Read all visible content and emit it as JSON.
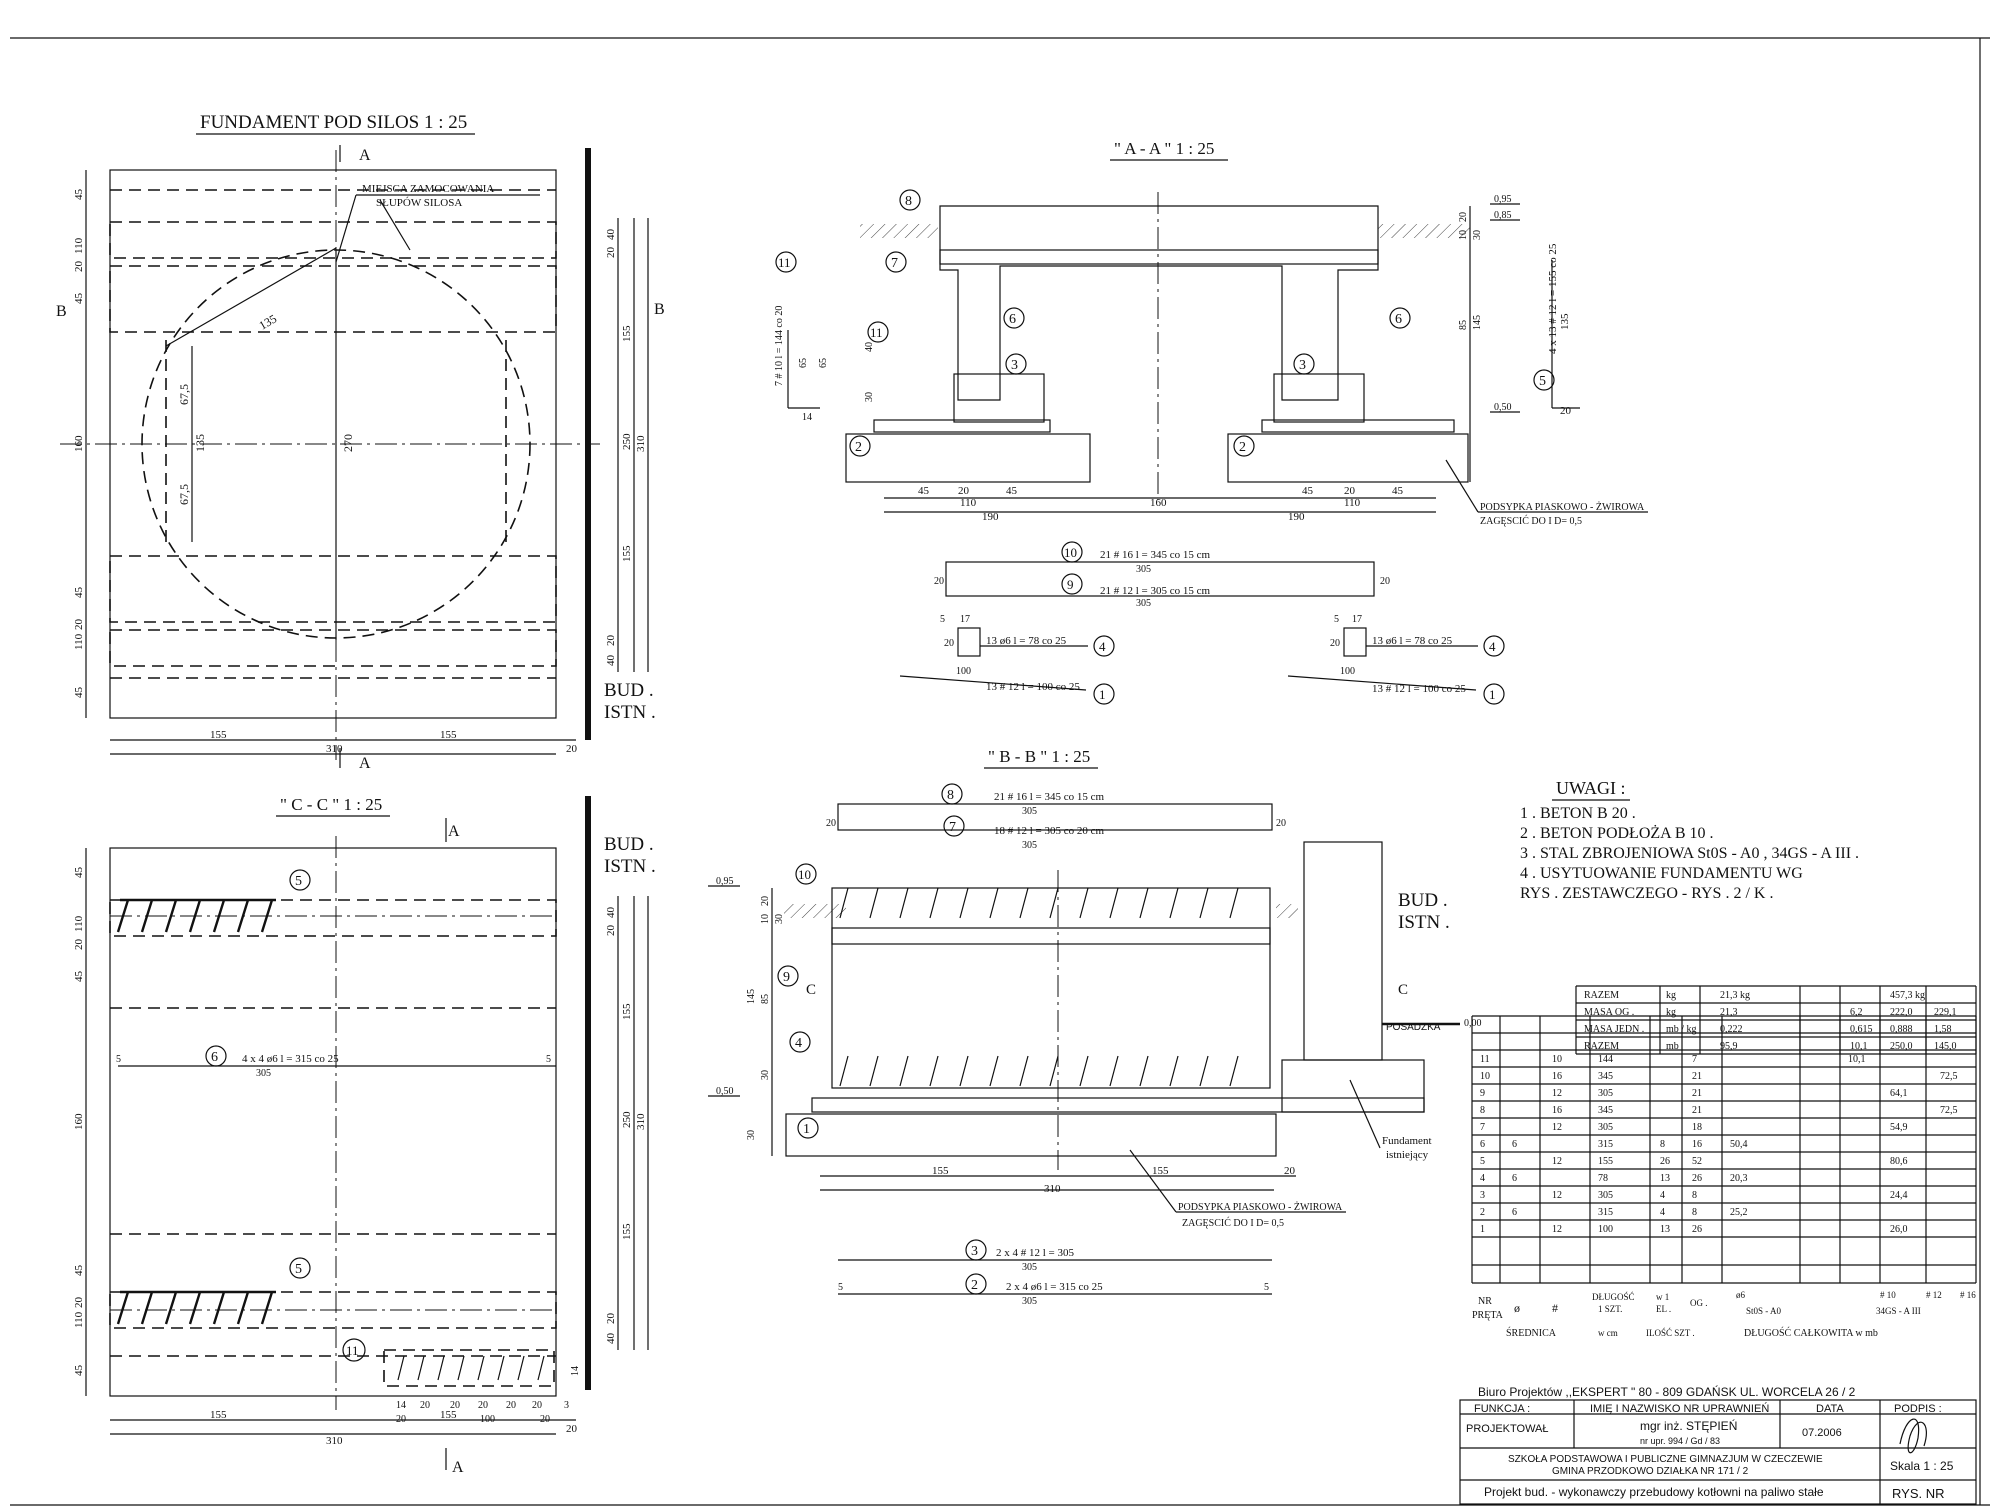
{
  "plan": {
    "title": "FUNDAMENT  POD  SILOS  1 : 25",
    "note_line1": "MIEJSCA  ZAMOCOWANIA",
    "note_line2": "SŁUPÓW  SILOSA",
    "section_a": "A",
    "section_b": "B",
    "bud_line1": "BUD .",
    "bud_line2": "ISTN .",
    "dim_left": [
      "45",
      "110",
      "20",
      "45",
      "160",
      "45",
      "20",
      "110",
      "45"
    ],
    "dim_right_inner": [
      "40",
      "20",
      "20",
      "40"
    ],
    "dim_right_mid": [
      "155",
      "250",
      "155"
    ],
    "dim_right_outer": "310",
    "dim_radius": "135",
    "dim_270": "270",
    "dim_675a": "67,5",
    "dim_135": "135",
    "dim_675b": "67,5",
    "dim_bottom": [
      "155",
      "155",
      "20"
    ],
    "dim_bottom_total": "310"
  },
  "section_aa": {
    "title": "\" A - A \"  1 : 25",
    "marks": [
      "8",
      "7",
      "11",
      "6",
      "3",
      "2",
      "6",
      "3",
      "2",
      "5",
      "11"
    ],
    "level_095": "0,95",
    "level_085": "0,85",
    "level_050": "0,50",
    "dim_right": [
      "20",
      "10",
      "30",
      "85",
      "145"
    ],
    "dim_left": [
      "40",
      "30"
    ],
    "dim_bottom": [
      "45",
      "20",
      "45",
      "110",
      "190",
      "160",
      "45",
      "20",
      "45",
      "110",
      "190"
    ],
    "bar5_label": "4 x 13  # 12  l = 155  co  25",
    "bar5_dim": "135",
    "bar5_20": "20",
    "bar11_label": "7  # 10  l = 144  co  20",
    "bar11_65a": "65",
    "bar11_65b": "65",
    "bar11_14": "14",
    "fill_note1": "PODSYPKA  PIASKOWO - ŻWIROWA",
    "fill_note2": "ZAGĘSCIĆ  DO  I D= 0,5"
  },
  "bars_top": {
    "b10": "10",
    "b10_label": "21  # 16  l = 345  co  15  cm",
    "b10_305": "305",
    "b9": "9",
    "b9_label": "21  # 12  l = 305  co  15  cm",
    "b9_305": "305",
    "side_20": "20",
    "b4": "4",
    "b4_label": "13  ø6  l = 78  co  25",
    "b4_5": "5",
    "b4_17": "17",
    "b4_20": "20",
    "b1": "1",
    "b1_label": "13  # 12  l = 100  co  25",
    "b1_100": "100"
  },
  "section_cc": {
    "title": "\" C - C \"  1 : 25",
    "bud_line1": "BUD .",
    "bud_line2": "ISTN .",
    "mark5": "5",
    "mark6": "6",
    "mark11": "11",
    "bar6_label": "4 x 4  ø6  l = 315  co  25",
    "bar6_305": "305",
    "bar6_5": "5",
    "dim_left": [
      "45",
      "110",
      "20",
      "45",
      "160",
      "45",
      "20",
      "110",
      "45"
    ],
    "dim_right_inner": [
      "40",
      "20",
      "20",
      "40"
    ],
    "dim_right_mid": [
      "155",
      "250",
      "155"
    ],
    "dim_right_outer": "310",
    "dim_11": [
      "14",
      "20",
      "20",
      "20",
      "20",
      "20",
      "3"
    ],
    "dim_11_b": [
      "20",
      "100",
      "20"
    ],
    "dim_11_v": "14",
    "dim_bottom": [
      "155",
      "155",
      "20"
    ],
    "dim_bottom_total": "310",
    "section_a": "A"
  },
  "section_bb": {
    "title": "\" B - B \"  1 : 25",
    "b8": "8",
    "b8_label": "21  # 16  l = 345  co  15  cm",
    "b8_305": "305",
    "b7": "7",
    "b7_label": "18  # 12  l = 305  co  20  cm",
    "b7_305": "305",
    "side_20": "20",
    "marks": [
      "10",
      "9",
      "4",
      "1"
    ],
    "level_095": "0,95",
    "level_050": "0,50",
    "level_000": "0,00",
    "posadzka": "POSADZKA",
    "section_c": "C",
    "bud_line1": "BUD .",
    "bud_line2": "ISTN .",
    "existing_line1": "Fundament",
    "existing_line2": "istniejący",
    "dim_left": [
      "20",
      "10",
      "30",
      "85",
      "145",
      "30",
      "30"
    ],
    "dim_bottom": [
      "155",
      "155",
      "20"
    ],
    "dim_bottom_total": "310",
    "fill_note1": "PODSYPKA  PIASKOWO - ŻWIROWA",
    "fill_note2": "ZAGĘSCIĆ  DO  I D= 0,5",
    "b3": "3",
    "b3_label": "2 x 4  # 12  l = 305",
    "b3_305": "305",
    "b2": "2",
    "b2_label": "2 x 4  ø6  l = 315  co  25",
    "b2_305": "305",
    "b2_5": "5"
  },
  "notes": {
    "title": "UWAGI  :",
    "lines": [
      "1 . BETON  B 20 .",
      "2 . BETON  PODŁOŻA  B 10 .",
      "3 . STAL  ZBROJENIOWA  St0S - A0 , 34GS - A III .",
      "4 . USYTUOWANIE  FUNDAMENTU  WG",
      "     RYS .  ZESTAWCZEGO - RYS . 2 / K ."
    ]
  },
  "steel_table": {
    "summary": [
      [
        "RAZEM",
        "kg",
        "21,3  kg",
        "",
        "",
        "457,3  kg",
        "",
        ""
      ],
      [
        "MASA  OG .",
        "kg",
        "21,3",
        "",
        "6,2",
        "222,0",
        "229,1"
      ],
      [
        "MASA  JEDN .",
        "mb / kg",
        "0,222",
        "",
        "0,615",
        "0,888",
        "1,58"
      ],
      [
        "RAZEM",
        "mb",
        "95,9",
        "",
        "10,1",
        "250,0",
        "145,0"
      ]
    ],
    "rows": [
      [
        "11",
        "",
        "10",
        "144",
        "",
        "7",
        "",
        "",
        "10,1",
        "",
        ""
      ],
      [
        "10",
        "",
        "16",
        "345",
        "",
        "21",
        "",
        "",
        "",
        "",
        "72,5"
      ],
      [
        "9",
        "",
        "12",
        "305",
        "",
        "21",
        "",
        "",
        "",
        "64,1",
        ""
      ],
      [
        "8",
        "",
        "16",
        "345",
        "",
        "21",
        "",
        "",
        "",
        "",
        "72,5"
      ],
      [
        "7",
        "",
        "12",
        "305",
        "",
        "18",
        "",
        "",
        "",
        "54,9",
        ""
      ],
      [
        "6",
        "6",
        "",
        "315",
        "8",
        "16",
        "50,4",
        "",
        "",
        "",
        ""
      ],
      [
        "5",
        "",
        "12",
        "155",
        "26",
        "52",
        "",
        "",
        "",
        "80,6",
        ""
      ],
      [
        "4",
        "6",
        "",
        "78",
        "13",
        "26",
        "20,3",
        "",
        "",
        "",
        ""
      ],
      [
        "3",
        "",
        "12",
        "305",
        "4",
        "8",
        "",
        "",
        "",
        "24,4",
        ""
      ],
      [
        "2",
        "6",
        "",
        "315",
        "4",
        "8",
        "25,2",
        "",
        "",
        "",
        ""
      ],
      [
        "1",
        "",
        "12",
        "100",
        "13",
        "26",
        "",
        "",
        "",
        "26,0",
        ""
      ]
    ],
    "header": {
      "nr": "NR",
      "preta": "PRĘTA",
      "fi": "ø",
      "hash": "#",
      "srednica": "ŚREDNICA",
      "dl1": "DŁUGOŚĆ",
      "dl2": "1 SZT.",
      "dl3": "w cm",
      "w1a": "w 1",
      "w1b": "EL .",
      "og": "OG .",
      "ilosc": "ILOŚĆ  SZT .",
      "phi6": "ø6",
      "f10": "# 10",
      "f12": "# 12",
      "f16": "# 16",
      "st0s": "St0S - A0",
      "a3": "34GS - A III",
      "dl_total": "DŁUGOŚĆ  CAŁKOWITA  w  mb"
    }
  },
  "title_block": {
    "office": "Biuro Projektów  ,,EKSPERT \"      80 - 809  GDAŃSK  UL.  WORCELA  26 / 2",
    "funkcja": "FUNKCJA :",
    "imie": "IMIĘ I NAZWISKO  NR UPRAWNIEŃ",
    "data_h": "DATA",
    "podpis": "PODPIS :",
    "proj": "PROJEKTOWAŁ",
    "name": "mgr inż. STĘPIEŃ",
    "upr": "nr upr. 994 / Gd / 83",
    "date": "07.2006",
    "school1": "SZKOŁA  PODSTAWOWA  I  PUBLICZNE  GIMNAZJUM  W  CZECZEWIE",
    "school2": "GMINA  PRZODKOWO  DZIAŁKA  NR  171 / 2",
    "skala": "Skala  1 : 25",
    "project": "Projekt  bud. - wykonawczy  przebudowy  kotłowni  na  paliwo  stałe",
    "rys": "RYS. NR"
  }
}
